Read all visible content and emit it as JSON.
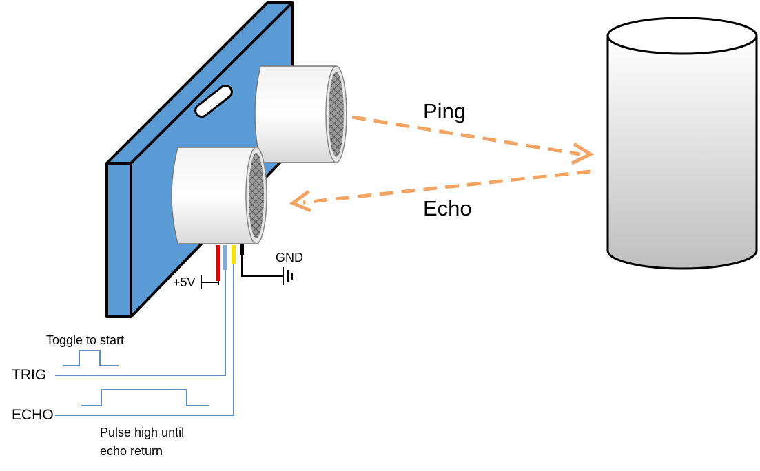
{
  "labels": {
    "ping": "Ping",
    "echo": "Echo",
    "gnd": "GND",
    "plus5v": "+5V",
    "toggle": "Toggle to start",
    "trig": "TRIG",
    "echo_signal": "ECHO",
    "pulse_line1": "Pulse high until",
    "pulse_line2": "echo return"
  },
  "colors": {
    "board": "#5b9bd5",
    "board_outline": "#000000",
    "arrow": "#f4a460",
    "signal": "#5b8fc9",
    "wire_red": "#e00000",
    "wire_blue": "#7fa7d9",
    "wire_yellow": "#f5e400",
    "wire_black": "#000000",
    "cylinder_fill": "#d9d9d9",
    "cylinder_stroke": "#000000"
  },
  "components": {
    "sensor": "ultrasonic-sensor-module",
    "target": "cylinder-target",
    "ground": "ground-symbol"
  }
}
